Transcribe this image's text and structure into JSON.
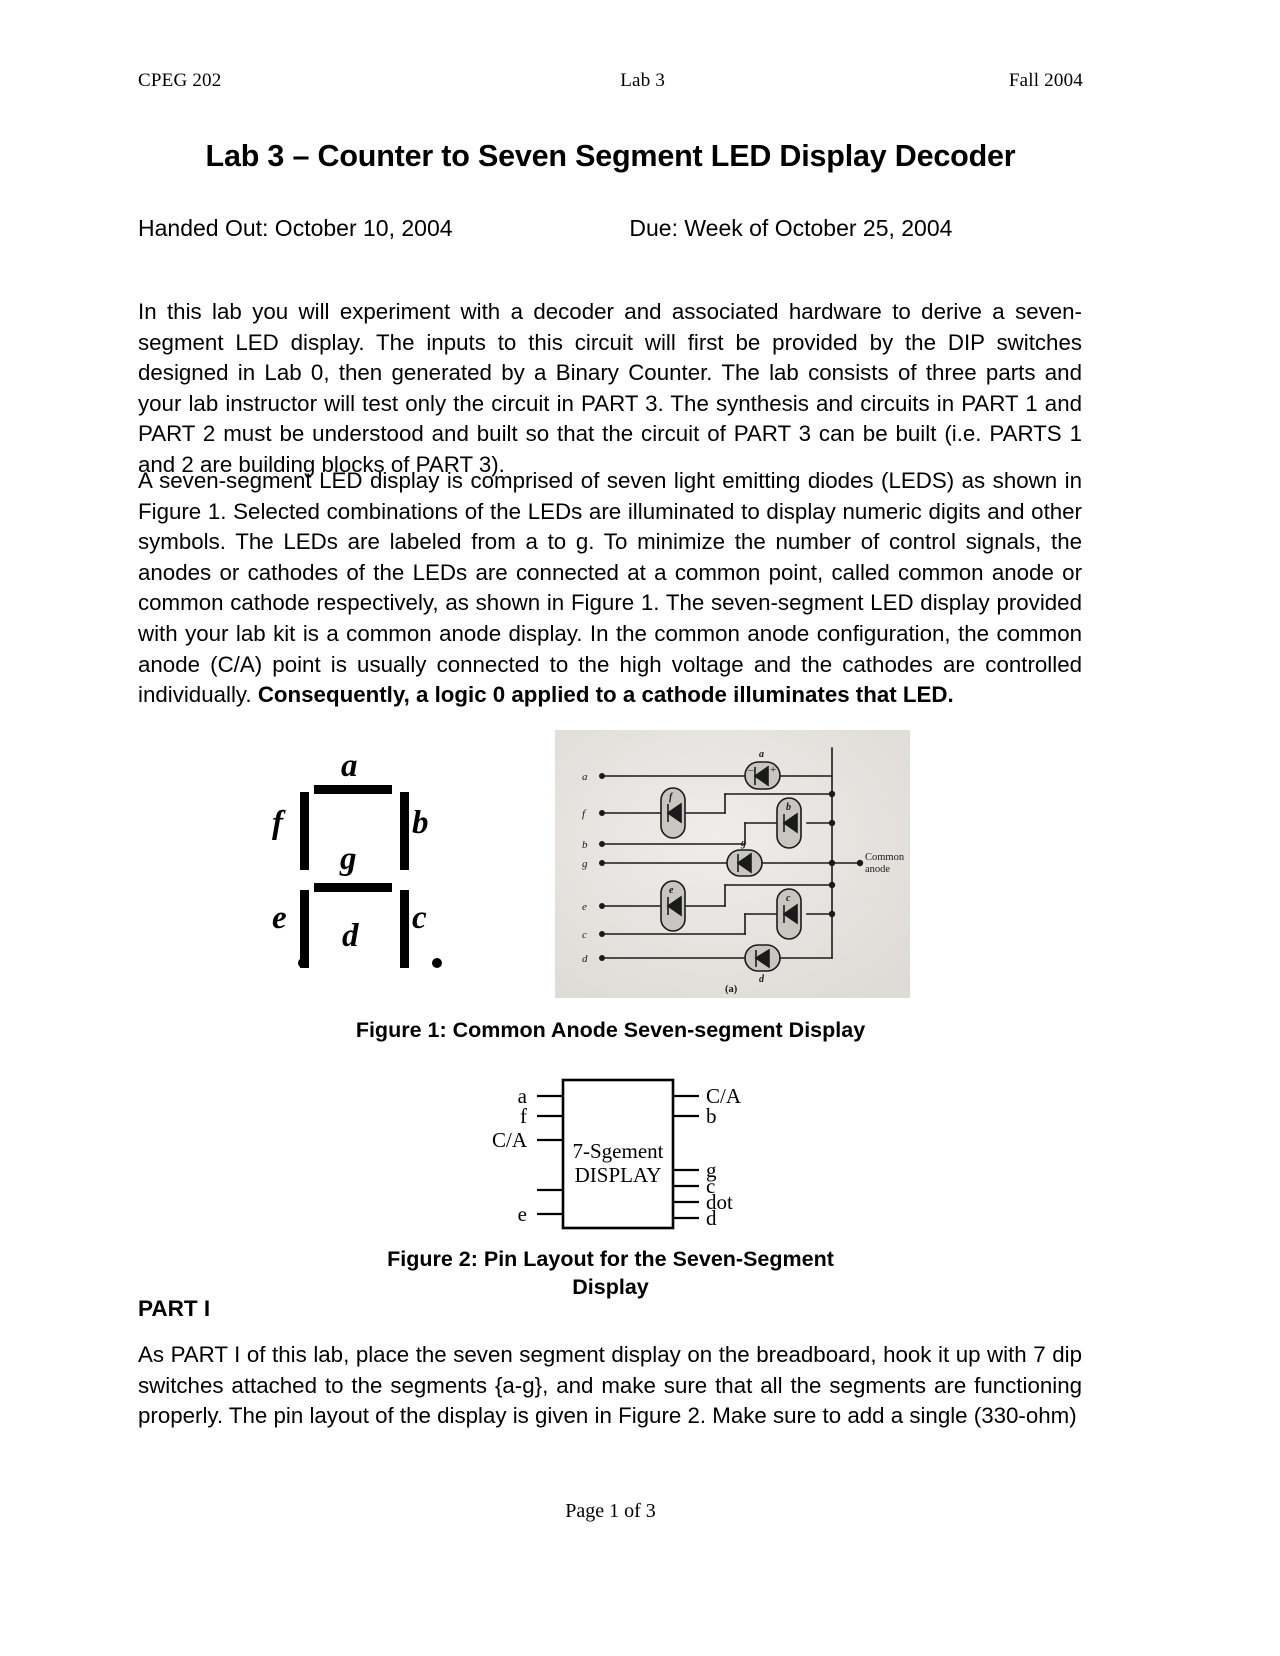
{
  "header": {
    "course": "CPEG 202",
    "doc": "Lab 3",
    "term": "Fall 2004"
  },
  "title": "Lab 3 – Counter to Seven Segment LED Display Decoder",
  "dates": {
    "handed_out": "Handed Out: October 10, 2004",
    "due": "Due:  Week of October 25, 2004"
  },
  "paragraphs": {
    "p1": "In this lab you will experiment with a decoder and associated hardware to derive a seven-segment LED display. The inputs to this circuit will first be provided by the DIP switches designed in Lab 0, then generated by a Binary Counter. The lab consists of three parts and your lab instructor will test only the circuit in PART 3. The synthesis and circuits in PART 1 and PART 2 must be understood and built so that the circuit of PART 3 can be built (i.e. PARTS 1 and 2 are building blocks of PART 3).",
    "p2_plain": "A seven-segment LED display is comprised of seven light emitting diodes (LEDS) as shown in Figure 1. Selected combinations of the LEDs are illuminated to display numeric digits and other symbols. The LEDs are labeled from a to g. To minimize the number of control signals, the anodes or cathodes of the LEDs are connected at a common point, called common anode or common cathode respectively, as shown in Figure 1. The seven-segment LED display provided with your lab kit is a common anode display.  In the common anode configuration, the common anode (C/A) point is usually connected to the high voltage and the cathodes are controlled individually. ",
    "p2_bold": "Consequently, a logic 0 applied to a cathode illuminates that LED.",
    "p3": "As PART I of this lab, place the seven segment display on the breadboard, hook it up with 7 dip switches attached to the segments {a-g}, and make sure that all the segments are functioning properly. The pin layout of the display is given in Figure 2. Make sure to add a single (330-ohm)"
  },
  "figure1": {
    "segment_labels": {
      "a": "a",
      "b": "b",
      "c": "c",
      "d": "d",
      "e": "e",
      "f": "f",
      "g": "g"
    },
    "scan": {
      "pins": [
        "a",
        "f",
        "b",
        "g",
        "e",
        "c",
        "d"
      ],
      "diode_labels": [
        "a",
        "f",
        "b",
        "g",
        "e",
        "c",
        "d"
      ],
      "plus": "+",
      "minus": "–",
      "common_anode_line1": "Common",
      "common_anode_line2": "anode",
      "subfig": "(a)"
    },
    "caption": "Figure 1: Common Anode Seven-segment Display"
  },
  "figure2": {
    "box_line1": "7-Sgement",
    "box_line2": "DISPLAY",
    "left_pins": [
      "a",
      "f",
      "C/A",
      "e"
    ],
    "right_pins": [
      "C/A",
      "b",
      "g",
      "c",
      "dot",
      "d"
    ],
    "caption_line1": "Figure 2: Pin Layout for the Seven-Segment",
    "caption_line2": "Display"
  },
  "part_heading": "PART I",
  "footer": "Page 1 of 3",
  "colors": {
    "text": "#000000",
    "page": "#ffffff",
    "scan_bg": "#e9e7e3",
    "diode_fill": "#c9c6c1"
  }
}
